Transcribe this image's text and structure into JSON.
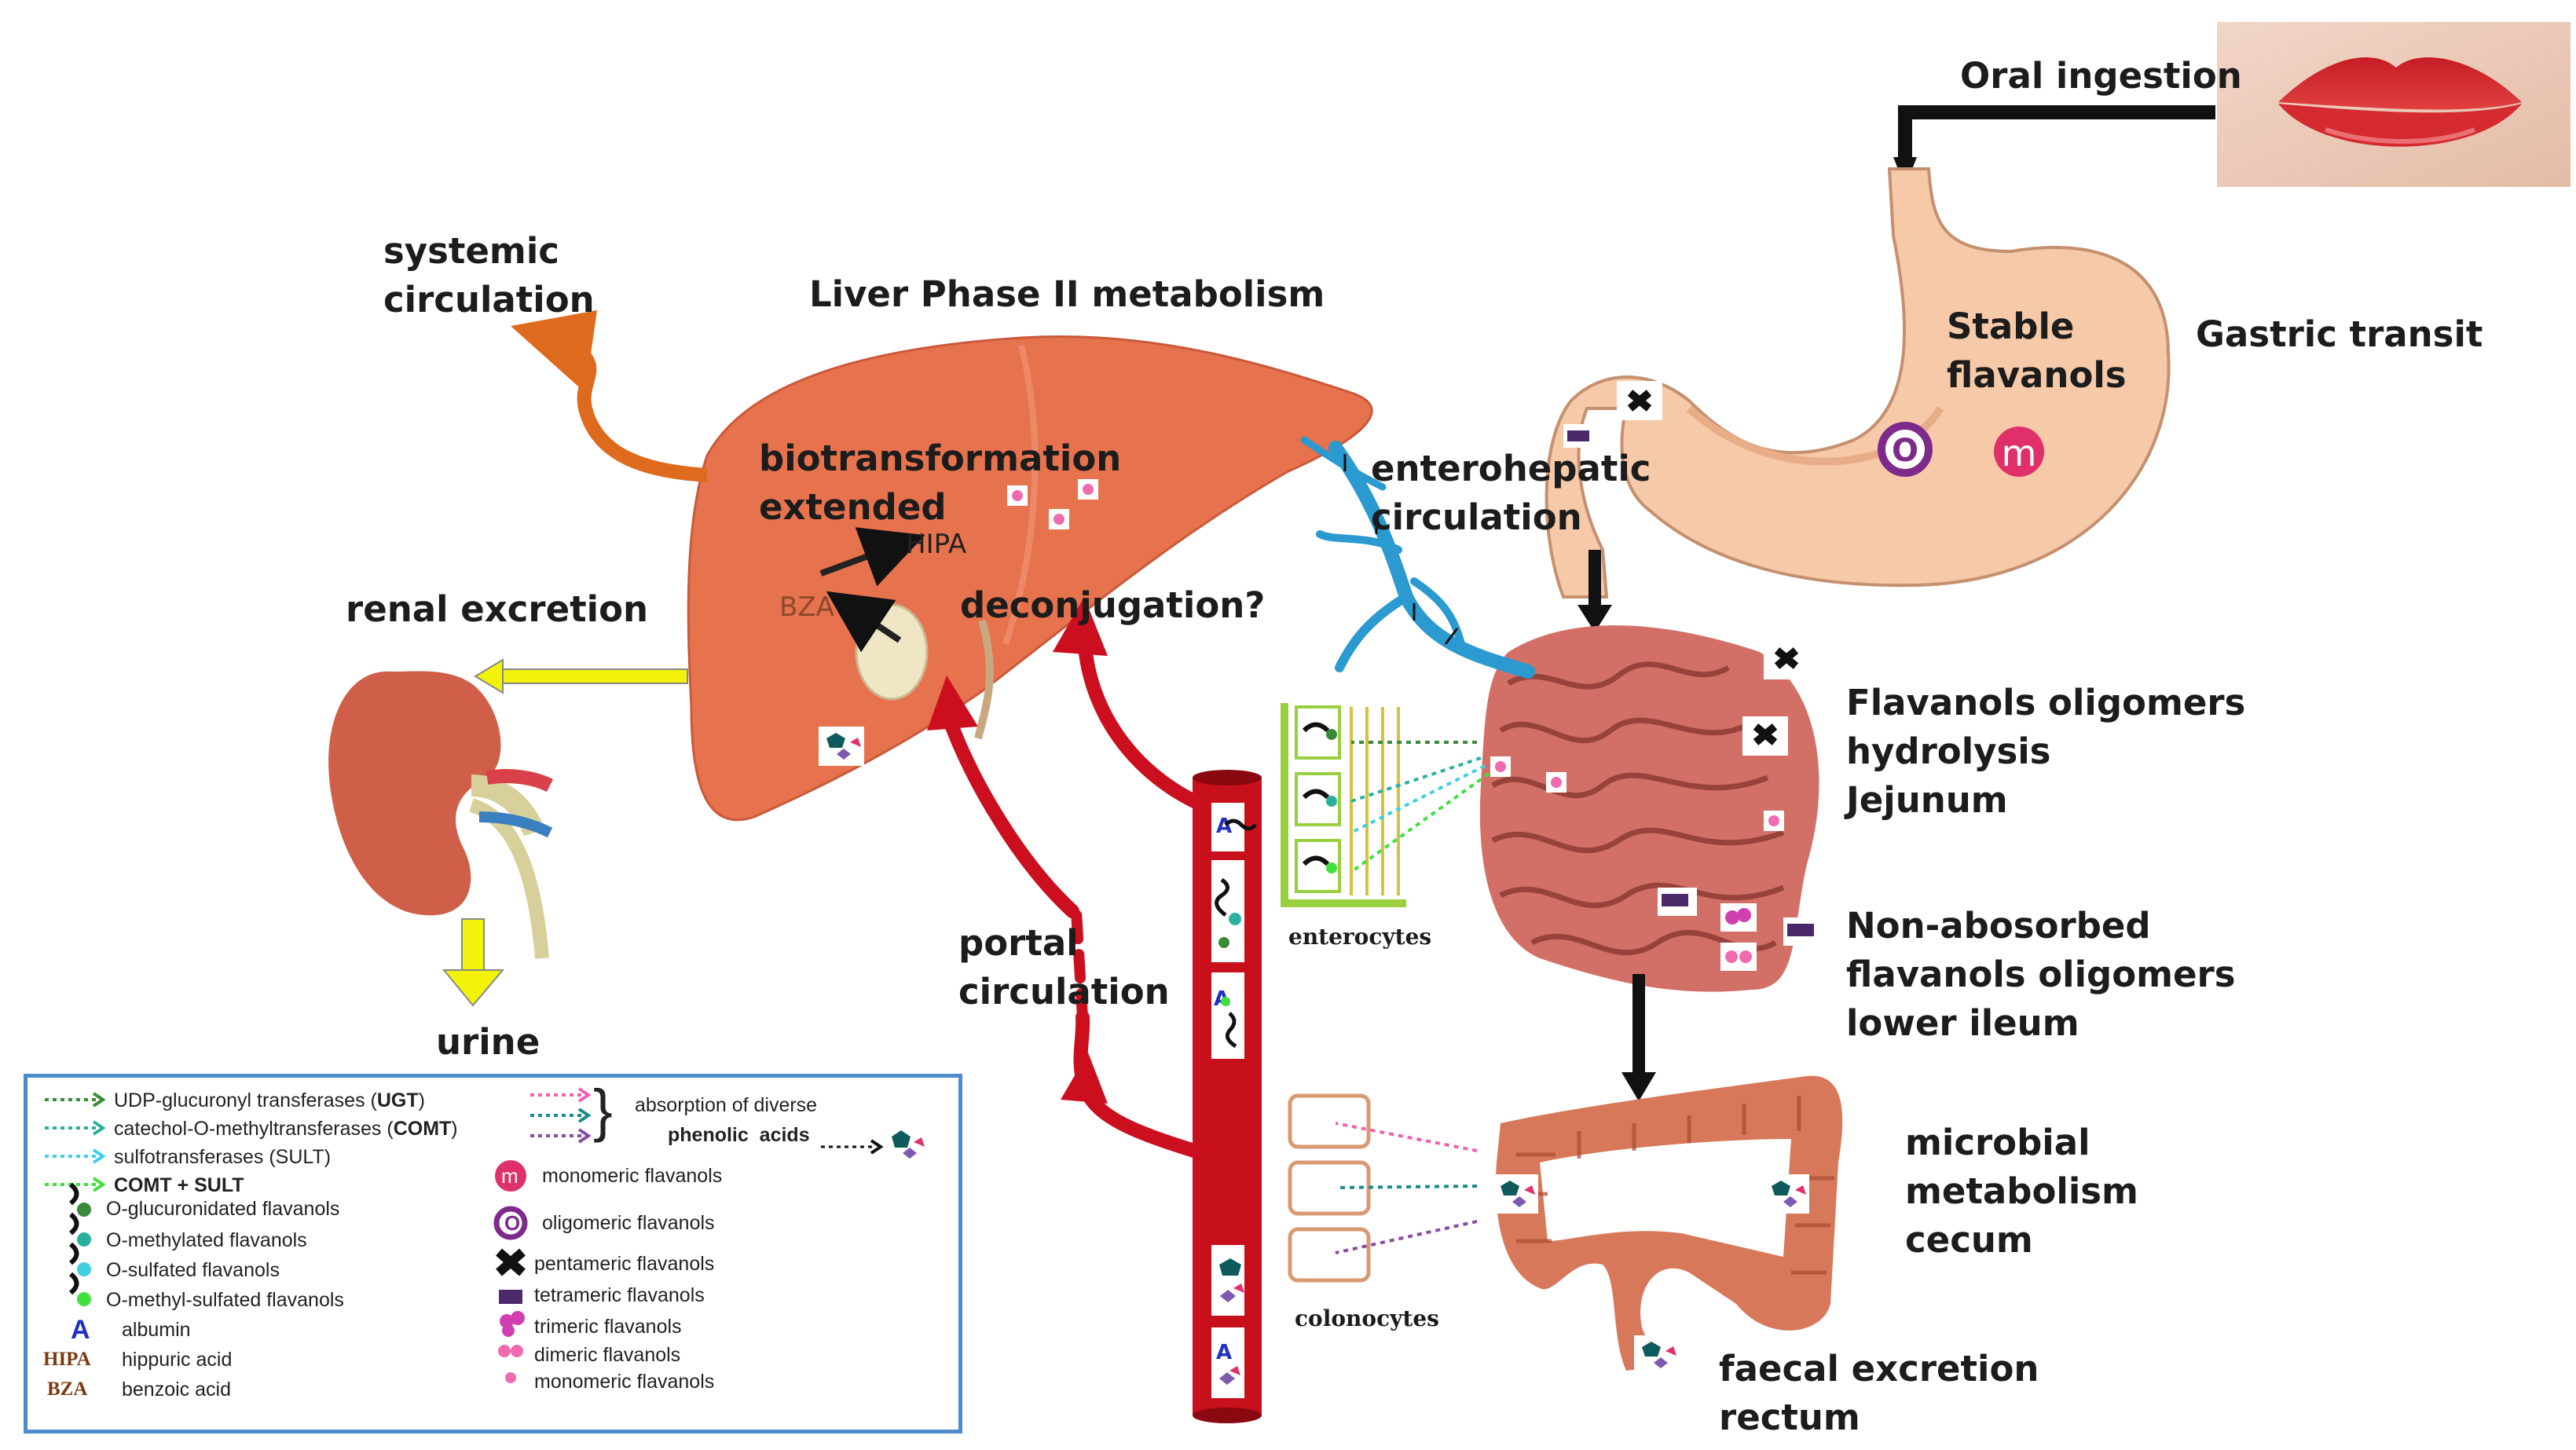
{
  "labels": {
    "oral_ingestion": "Oral ingestion",
    "gastric_transit": "Gastric transit",
    "stable_flavanols": "Stable\nflavanols",
    "systemic_circulation": "systemic\ncirculation",
    "liver_phase": "Liver Phase II metabolism",
    "biotransformation": "biotransformation\nextended",
    "hipa": "HIPA",
    "bza": "BZA",
    "deconjugation": "deconjugation?",
    "enterohepatic": "enterohepatic\ncirculation",
    "renal_excretion": "renal excretion",
    "urine": "urine",
    "portal_circulation": "portal\ncirculation",
    "enterocytes": "enterocytes",
    "colonocytes": "colonocytes",
    "jejunum": "Flavanols oligomers\nhydrolysis\nJejunum",
    "ileum": "Non-abosorbed\nflavanols oligomers\nlower ileum",
    "cecum": "microbial\nmetabolism\ncecum",
    "rectum": "faecal excretion\nrectum",
    "stomach_O": "O",
    "stomach_m": "m"
  },
  "legend": {
    "ugt_pre": "UDP-glucuronyl transferases (",
    "ugt_abbr": "UGT",
    "comt_pre": "catechol-O-methyltransferases (",
    "comt_abbr": "COMT",
    "sult": "sulfotransferases (SULT)",
    "comt_sult": "COMT + SULT",
    "o_gluc": "O-glucuronidated flavanols",
    "o_meth": "O-methylated flavanols",
    "o_sulf": "O-sulfated flavanols",
    "o_meth_sulf": "O-methyl-sulfated flavanols",
    "albumin": "albumin",
    "hipa_abbr": "HIPA",
    "hipa": "hippuric acid",
    "bza_abbr": "BZA",
    "bza": "benzoic acid",
    "absorption": "absorption of diverse",
    "phenolic": "phenolic  acids",
    "monomeric_m": "monomeric flavanols",
    "oligomeric_o": "oligomeric flavanols",
    "pentameric": "pentameric flavanols",
    "tetrameric": "tetrameric flavanols",
    "trimeric": "trimeric flavanols",
    "dimeric": "dimeric flavanols",
    "monomeric": "monomeric flavanols",
    "albumin_symbol": "A",
    "monomer_symbol": "m",
    "oligomer_symbol": "O",
    "bracket": "}"
  },
  "colors": {
    "portal_red": "#cc0f1e",
    "systemic_orange": "#de6a1e",
    "legend_border": "#4d8ccc",
    "liver": "#e87050",
    "stomach": "#f5c6a6",
    "intestine": "#d4726a",
    "kidney": "#d0604a",
    "yellow_arrow": "#f2f20a",
    "oligomer_purple": "#7d2a8a",
    "monomer_pink": "#e0306a",
    "ugt_green": "#3a8a3a",
    "comt_teal": "#2bb0a0",
    "sult_cyan": "#40d0e0",
    "comt_sult_green": "#40e040"
  },
  "icons": [
    "lips-photo",
    "stomach",
    "liver",
    "kidney",
    "small-intestine",
    "large-intestine",
    "blood-vessel",
    "enterocyte-cells",
    "colonocyte-cells"
  ]
}
